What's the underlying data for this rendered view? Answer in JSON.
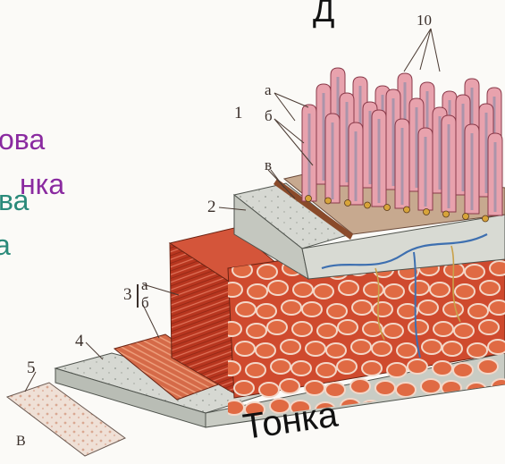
{
  "labels": {
    "top_d": "Д",
    "villi_number": "10",
    "n1": "1",
    "n1_a": "а",
    "n1_b": "б",
    "n1_v": "в",
    "n2": "2",
    "n3": "3",
    "n3_a": "а",
    "n3_b": "б",
    "n4": "4",
    "n5": "5",
    "corner": "В"
  },
  "overlay_text": {
    "line1": "ова",
    "line2a": "нка",
    "line2b": "ва",
    "line3": "а",
    "bottom": "Тонка"
  },
  "colors": {
    "purple_text": "#8a2aa0",
    "teal_text": "#2a8a7a",
    "villus_pink": "#e8a2ad",
    "muscle_red": "#c8442e",
    "connective_grey": "#d3d6d0"
  }
}
